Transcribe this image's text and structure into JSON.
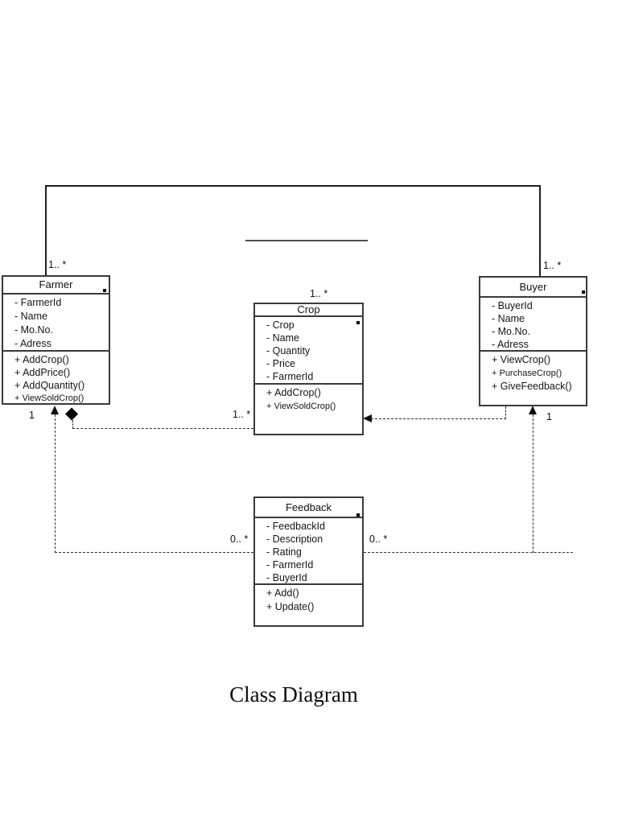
{
  "diagram": {
    "title": "Class Diagram"
  },
  "classes": {
    "farmer": {
      "name": "Farmer",
      "attributes": [
        "- FarmerId",
        "- Name",
        "- Mo.No.",
        "- Adress"
      ],
      "methods": [
        "+ AddCrop()",
        "+ AddPrice()",
        "+ AddQuantity()",
        "+ ViewSoldCrop()"
      ]
    },
    "crop": {
      "name": "Crop",
      "attributes": [
        "- Crop",
        "- Name",
        "- Quantity",
        "- Price",
        "- FarmerId"
      ],
      "methods": [
        "+ AddCrop()",
        "+ ViewSoldCrop()"
      ]
    },
    "buyer": {
      "name": "Buyer",
      "attributes": [
        "- BuyerId",
        "- Name",
        "- Mo.No.",
        "- Adress"
      ],
      "methods": [
        "+ ViewCrop()",
        "+ PurchaseCrop()",
        "+ GiveFeedback()"
      ]
    },
    "feedback": {
      "name": "Feedback",
      "attributes": [
        "- FeedbackId",
        "- Description",
        "- Rating",
        "- FarmerId",
        "- BuyerId"
      ],
      "methods": [
        "+ Add()",
        "+ Update()"
      ]
    }
  },
  "multiplicities": {
    "farmer_top": "1.. *",
    "buyer_top": "1.. *",
    "crop_top": "1.. *",
    "crop_left": "1.. *",
    "farmer_one": "1",
    "buyer_one": "1",
    "feedback_left": "0.. *",
    "feedback_right": "0.. *"
  },
  "icons": {
    "composition_diamond": "◆"
  },
  "colors": {
    "line": "#1e1e1e",
    "dashed_line": "#2d2d2d",
    "box_border": "#3a3a3a",
    "text": "#151515",
    "background": "#ffffff"
  }
}
